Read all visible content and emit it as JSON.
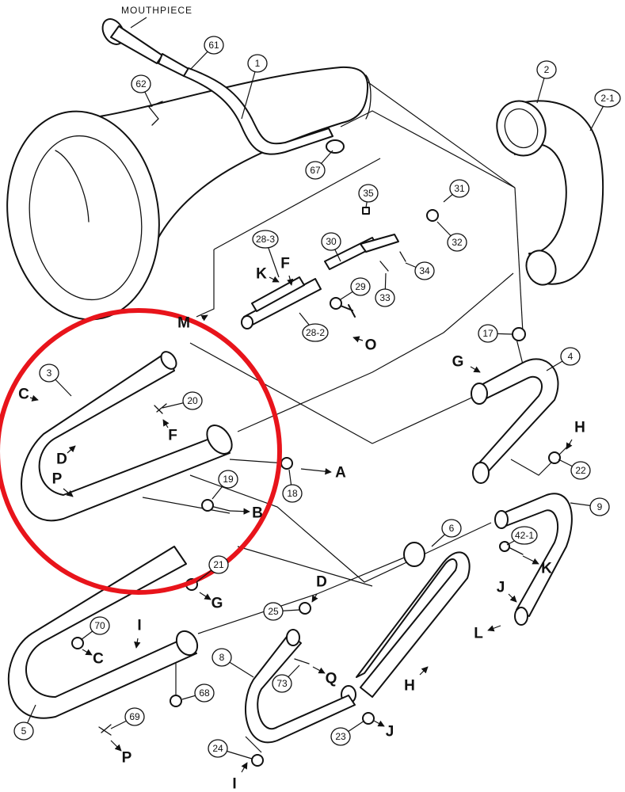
{
  "title": "MOUTHPIECE",
  "highlight_color": "#e8141b",
  "line_color": "#111111",
  "callouts": [
    "1",
    "2",
    "2-1",
    "3",
    "4",
    "5",
    "6",
    "8",
    "9",
    "17",
    "18",
    "19",
    "20",
    "21",
    "22",
    "23",
    "24",
    "25",
    "28-2",
    "28-3",
    "29",
    "30",
    "31",
    "32",
    "33",
    "34",
    "35",
    "42-1",
    "61",
    "62",
    "67",
    "68",
    "69",
    "70",
    "73"
  ],
  "letters": [
    "M",
    "K",
    "F",
    "O",
    "C",
    "D",
    "F",
    "P",
    "A",
    "B",
    "G",
    "H",
    "G",
    "C",
    "I",
    "P",
    "D",
    "Q",
    "H",
    "J",
    "I",
    "J",
    "K",
    "L"
  ]
}
